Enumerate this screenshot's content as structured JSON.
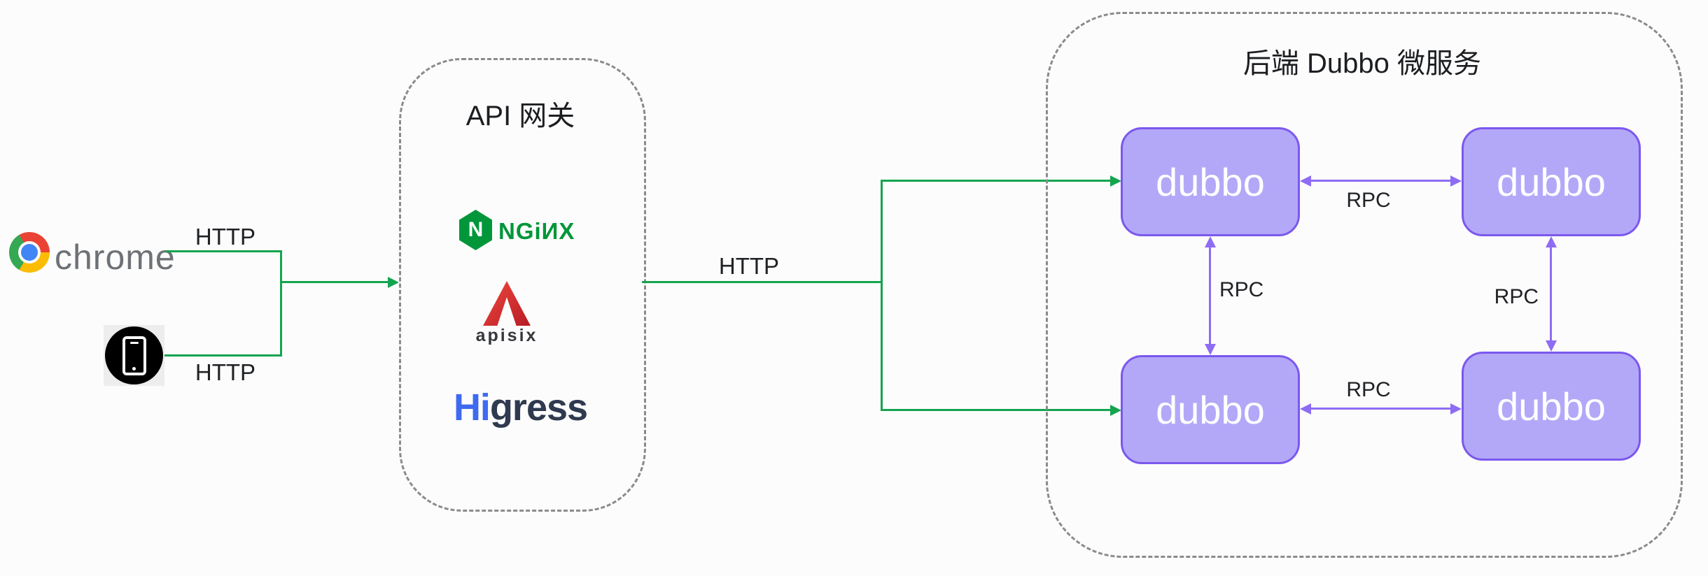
{
  "diagram": {
    "clients": {
      "chrome_label": "chrome",
      "http_top": "HTTP",
      "http_bottom": "HTTP"
    },
    "gateway": {
      "title": "API 网关",
      "nginx": {
        "hex_letter": "N",
        "wordmark": "NGiИX"
      },
      "apisix": {
        "wordmark": "apisix"
      },
      "higress": {
        "part1": "Hi",
        "part2": "gress"
      }
    },
    "middle": {
      "http_label": "HTTP"
    },
    "backend": {
      "title": "后端 Dubbo 微服务",
      "rpc_label": "RPC",
      "nodes": [
        {
          "label": "dubbo"
        },
        {
          "label": "dubbo"
        },
        {
          "label": "dubbo"
        },
        {
          "label": "dubbo"
        }
      ]
    },
    "colors": {
      "arrow_green": "#14a44f",
      "node_fill_purple": "#b3a8f8",
      "node_border_purple": "#7b58ee",
      "arrow_purple": "#8e6cf3",
      "dashed_border_gray": "#8b8b8b",
      "nginx_green": "#009639",
      "apisix_red": "#d9232e",
      "higress_blue": "#3f6af0",
      "higress_dark": "#2f3a50",
      "chrome_text_gray": "#6e7276"
    }
  }
}
